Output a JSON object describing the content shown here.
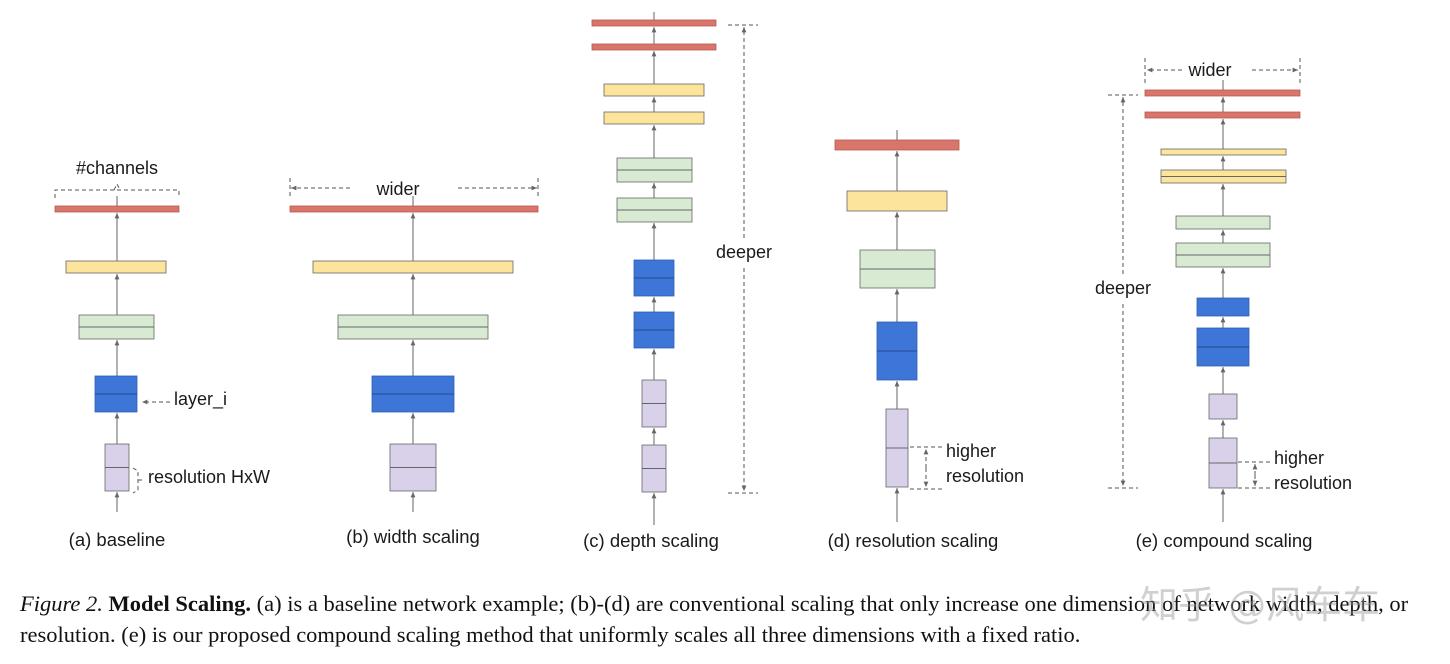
{
  "colors": {
    "red": "#d9766b",
    "yellow": "#fde49b",
    "green": "#d8ead2",
    "blue": "#3d76d6",
    "purple": "#d9d1ea",
    "border": "#666666"
  },
  "panels": [
    {
      "label": "(a) baseline",
      "annotations": [
        "#channels",
        "layer_i",
        "resolution HxW"
      ],
      "layers": [
        {
          "kind": "red"
        },
        {
          "kind": "yellow"
        },
        {
          "kind": "green"
        },
        {
          "kind": "blue"
        },
        {
          "kind": "purple"
        }
      ]
    },
    {
      "label": "(b) width scaling",
      "annotations": [
        "wider"
      ],
      "layers": [
        {
          "kind": "red"
        },
        {
          "kind": "yellow"
        },
        {
          "kind": "green"
        },
        {
          "kind": "blue"
        },
        {
          "kind": "purple"
        }
      ]
    },
    {
      "label": "(c) depth scaling",
      "annotations": [
        "deeper"
      ],
      "layers": [
        {
          "kind": "red"
        },
        {
          "kind": "red"
        },
        {
          "kind": "yellow"
        },
        {
          "kind": "yellow"
        },
        {
          "kind": "green"
        },
        {
          "kind": "green"
        },
        {
          "kind": "blue"
        },
        {
          "kind": "blue"
        },
        {
          "kind": "purple"
        },
        {
          "kind": "purple"
        }
      ]
    },
    {
      "label": "(d) resolution scaling",
      "annotations": [
        "higher",
        "resolution"
      ],
      "layers": [
        {
          "kind": "red"
        },
        {
          "kind": "yellow"
        },
        {
          "kind": "green"
        },
        {
          "kind": "blue"
        },
        {
          "kind": "purple"
        }
      ]
    },
    {
      "label": "(e) compound scaling",
      "annotations": [
        "wider",
        "deeper",
        "higher",
        "resolution"
      ],
      "layers": [
        {
          "kind": "red"
        },
        {
          "kind": "red"
        },
        {
          "kind": "yellow"
        },
        {
          "kind": "yellow"
        },
        {
          "kind": "green"
        },
        {
          "kind": "green"
        },
        {
          "kind": "blue"
        },
        {
          "kind": "blue"
        },
        {
          "kind": "purple"
        },
        {
          "kind": "purple"
        }
      ]
    }
  ],
  "caption": {
    "label": "Figure 2.",
    "title": "Model Scaling.",
    "text": " (a) is a baseline network example; (b)-(d) are conventional scaling that only increase one dimension of network width, depth, or resolution. (e) is our proposed compound scaling method that uniformly scales all three dimensions with a fixed ratio."
  },
  "watermark": "知乎 @风车车"
}
